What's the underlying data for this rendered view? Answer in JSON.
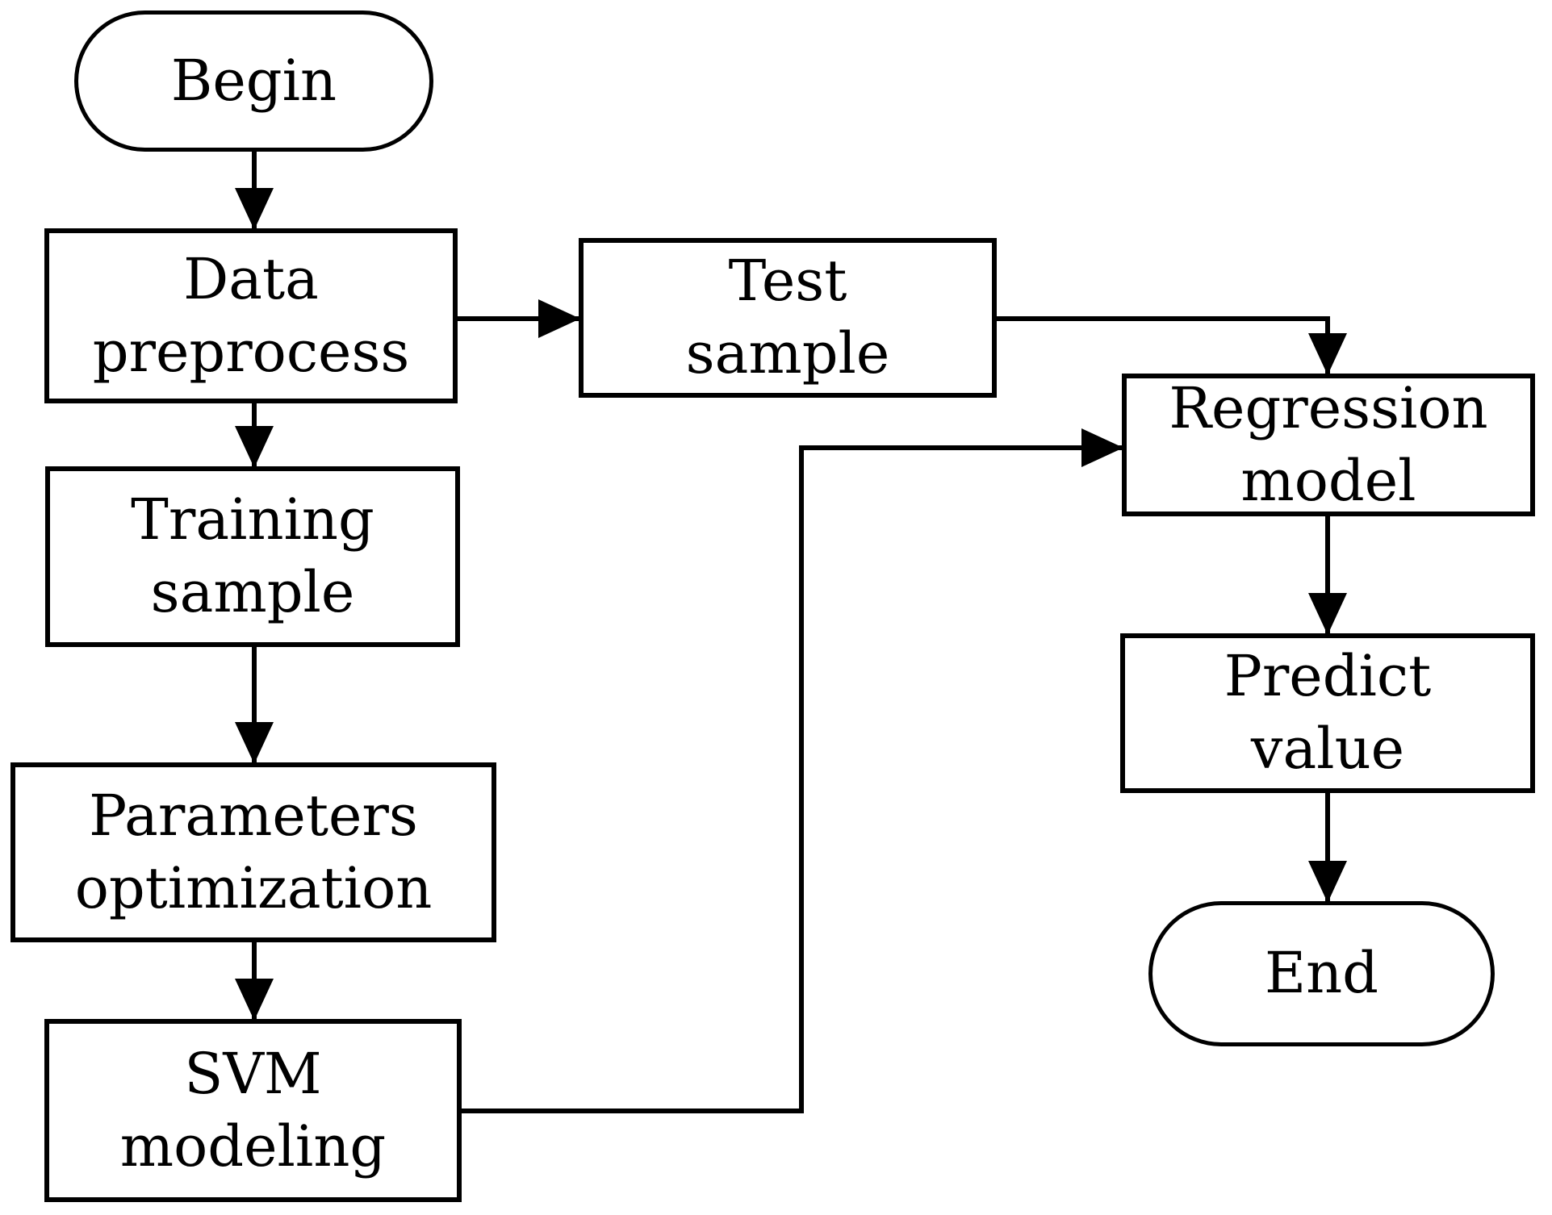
{
  "diagram": {
    "type": "flowchart",
    "background_color": "#ffffff",
    "line_color": "#000000",
    "text_color": "#000000",
    "nodes": {
      "begin": {
        "label": "Begin",
        "shape": "stadium"
      },
      "data_preprocess": {
        "label": "Data\npreprocess",
        "shape": "rect"
      },
      "test_sample": {
        "label": "Test\nsample",
        "shape": "rect"
      },
      "training_sample": {
        "label": "Training\nsample",
        "shape": "rect"
      },
      "parameters_optimization": {
        "label": "Parameters\noptimization",
        "shape": "rect"
      },
      "svm_modeling": {
        "label": "SVM\nmodeling",
        "shape": "rect"
      },
      "regression_model": {
        "label": "Regression\nmodel",
        "shape": "rect"
      },
      "predict_value": {
        "label": "Predict\nvalue",
        "shape": "rect"
      },
      "end": {
        "label": "End",
        "shape": "stadium"
      }
    },
    "edges": [
      {
        "from": "begin",
        "to": "data_preprocess",
        "style": "arrow"
      },
      {
        "from": "data_preprocess",
        "to": "test_sample",
        "style": "arrow"
      },
      {
        "from": "data_preprocess",
        "to": "training_sample",
        "style": "arrow"
      },
      {
        "from": "training_sample",
        "to": "parameters_optimization",
        "style": "arrow"
      },
      {
        "from": "parameters_optimization",
        "to": "svm_modeling",
        "style": "arrow"
      },
      {
        "from": "svm_modeling",
        "to": "regression_model",
        "style": "arrow"
      },
      {
        "from": "test_sample",
        "to": "regression_model",
        "style": "arrow"
      },
      {
        "from": "regression_model",
        "to": "predict_value",
        "style": "arrow"
      },
      {
        "from": "predict_value",
        "to": "end",
        "style": "arrow"
      }
    ]
  }
}
